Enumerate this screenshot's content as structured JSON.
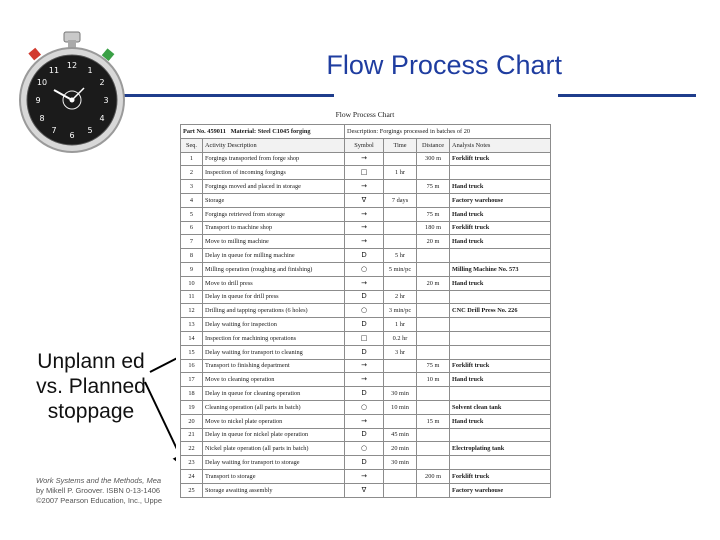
{
  "slide": {
    "title": "Flow Process Chart",
    "side_note": "Unplann ed vs. Planned stoppage",
    "credit_lines": [
      "Work Systems and the Methods, Mea",
      "by Mikell P. Groover. ISBN 0-13-1406",
      "©2007 Pearson Education, Inc., Uppe"
    ],
    "colors": {
      "title": "#1f3da0",
      "rule": "#1f3d8c"
    }
  },
  "chart": {
    "title": "Flow Process Chart",
    "part_no": "Part No. 459011",
    "material": "Material: Steel C1045 forging",
    "description": "Description: Forgings processed in batches of 20",
    "headers": [
      "Seq.",
      "Activity Description",
      "Symbol",
      "Time",
      "Distance",
      "Analysis Notes"
    ],
    "rows": [
      {
        "seq": "1",
        "desc": "Forgings transported from forge shop",
        "sym": "→",
        "time": "",
        "dist": "300 m",
        "note": "Forklift truck"
      },
      {
        "seq": "2",
        "desc": "Inspection of incoming forgings",
        "sym": "□",
        "time": "1 hr",
        "dist": "",
        "note": ""
      },
      {
        "seq": "3",
        "desc": "Forgings moved and placed in storage",
        "sym": "→",
        "time": "",
        "dist": "75 m",
        "note": "Hand truck"
      },
      {
        "seq": "4",
        "desc": "Storage",
        "sym": "∇",
        "time": "7 days",
        "dist": "",
        "note": "Factory warehouse"
      },
      {
        "seq": "5",
        "desc": "Forgings retrieved from storage",
        "sym": "→",
        "time": "",
        "dist": "75 m",
        "note": "Hand truck"
      },
      {
        "seq": "6",
        "desc": "Transport to machine shop",
        "sym": "→",
        "time": "",
        "dist": "180 m",
        "note": "Forklift truck"
      },
      {
        "seq": "7",
        "desc": "Move to milling machine",
        "sym": "→",
        "time": "",
        "dist": "20 m",
        "note": "Hand truck"
      },
      {
        "seq": "8",
        "desc": "Delay in queue for milling machine",
        "sym": "D",
        "time": "5 hr",
        "dist": "",
        "note": ""
      },
      {
        "seq": "9",
        "desc": "Milling operation (roughing and finishing)",
        "sym": "○",
        "time": "5 min/pc",
        "dist": "",
        "note": "Milling Machine No. 573"
      },
      {
        "seq": "10",
        "desc": "Move to drill press",
        "sym": "→",
        "time": "",
        "dist": "20 m",
        "note": "Hand truck"
      },
      {
        "seq": "11",
        "desc": "Delay in queue for drill press",
        "sym": "D",
        "time": "2 hr",
        "dist": "",
        "note": ""
      },
      {
        "seq": "12",
        "desc": "Drilling and tapping operations (6 holes)",
        "sym": "○",
        "time": "3 min/pc",
        "dist": "",
        "note": "CNC Drill Press No. 226"
      },
      {
        "seq": "13",
        "desc": "Delay waiting for inspection",
        "sym": "D",
        "time": "1 hr",
        "dist": "",
        "note": ""
      },
      {
        "seq": "14",
        "desc": "Inspection for machining operations",
        "sym": "□",
        "time": "0.2 hr",
        "dist": "",
        "note": ""
      },
      {
        "seq": "15",
        "desc": "Delay waiting for transport to cleaning",
        "sym": "D",
        "time": "3 hr",
        "dist": "",
        "note": ""
      },
      {
        "seq": "16",
        "desc": "Transport to finishing department",
        "sym": "→",
        "time": "",
        "dist": "75 m",
        "note": "Forklift truck"
      },
      {
        "seq": "17",
        "desc": "Move to cleaning operation",
        "sym": "→",
        "time": "",
        "dist": "10 m",
        "note": "Hand truck"
      },
      {
        "seq": "18",
        "desc": "Delay in queue for cleaning operation",
        "sym": "D",
        "time": "30 min",
        "dist": "",
        "note": ""
      },
      {
        "seq": "19",
        "desc": "Cleaning operation (all parts in batch)",
        "sym": "○",
        "time": "10 min",
        "dist": "",
        "note": "Solvent clean tank"
      },
      {
        "seq": "20",
        "desc": "Move to nickel plate operation",
        "sym": "→",
        "time": "",
        "dist": "15 m",
        "note": "Hand truck"
      },
      {
        "seq": "21",
        "desc": "Delay in queue for nickel plate operation",
        "sym": "D",
        "time": "45 min",
        "dist": "",
        "note": ""
      },
      {
        "seq": "22",
        "desc": "Nickel plate operation (all parts in batch)",
        "sym": "○",
        "time": "20 min",
        "dist": "",
        "note": "Electroplating tank"
      },
      {
        "seq": "23",
        "desc": "Delay waiting for transport to storage",
        "sym": "D",
        "time": "30 min",
        "dist": "",
        "note": ""
      },
      {
        "seq": "24",
        "desc": "Transport to storage",
        "sym": "→",
        "time": "",
        "dist": "200 m",
        "note": "Forklift truck"
      },
      {
        "seq": "25",
        "desc": "Storage awaiting assembly",
        "sym": "∇",
        "time": "",
        "dist": "",
        "note": "Factory warehouse"
      }
    ]
  },
  "stopwatch": {
    "icon": "stopwatch-icon",
    "dial_numbers": [
      "9",
      "8",
      "7",
      "6",
      "5",
      "4",
      "10",
      "11",
      "12",
      "1",
      "2",
      "3"
    ]
  }
}
